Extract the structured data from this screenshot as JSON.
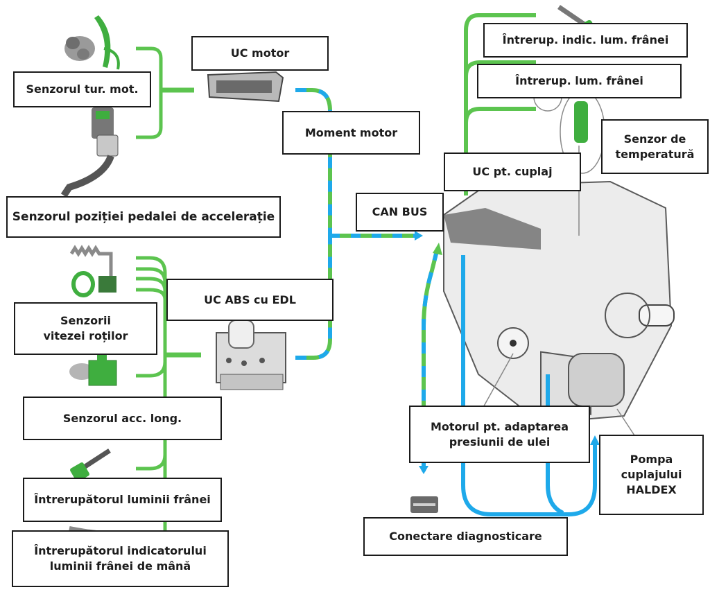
{
  "colors": {
    "signal_green": "#5cc44f",
    "can_blue": "#1ea9ea",
    "component_green": "#3aa14a",
    "component_gray": "#8a8a8a",
    "label_border": "#1a1a1a"
  },
  "labels": {
    "engine_speed_sensor": "Senzorul tur. mot.",
    "engine_ecu": "UC motor",
    "engine_torque": "Moment motor",
    "accelerator_pedal_sensor": "Senzorul poziției pedalei de accelerație",
    "can_bus": "CAN BUS",
    "coupling_ecu": "UC pt. cuplaj",
    "handbrake_light_switch_short": "Întrerup. indic. lum. frânei",
    "brake_light_switch_short": "Întrerup. lum. frânei",
    "temperature_sensor": "Senzor de\ntemperatură",
    "abs_ecu": "UC ABS cu EDL",
    "wheel_speed_sensors": "Senzorii\nvitezei roților",
    "longitudinal_acc_sensor": "Senzorul acc. long.",
    "brake_light_switch": "Întrerupătorul luminii frânei",
    "handbrake_indicator_switch": "Întrerupătorul indicatorului\nluminii frânei de mână",
    "oil_pressure_motor": "Motorul pt. adaptarea\npresiunii de ulei",
    "haldex_pump": "Pompa\ncuplajului\nHALDEX",
    "diagnostic_connector": "Conectare diagnosticare"
  }
}
